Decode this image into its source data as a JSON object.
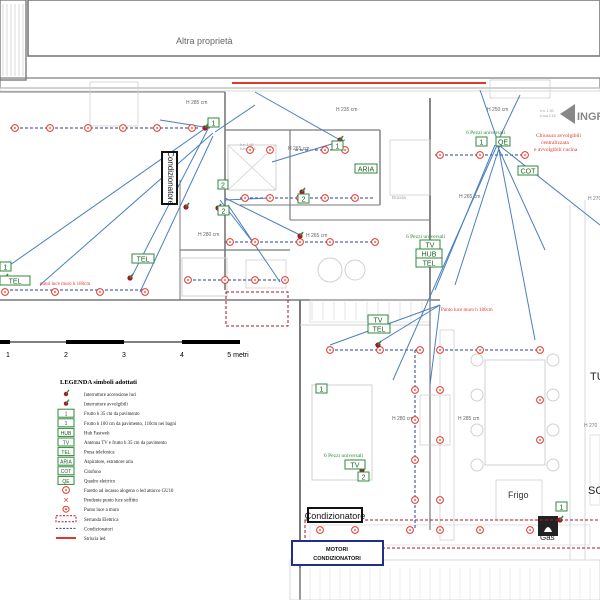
{
  "plan": {
    "neighbor_label": "Altra proprietà",
    "entrance_label": "INGR",
    "room_heights": [
      "H 285 cm",
      "H 235 cm",
      "H 250 cm",
      "H 265 cm",
      "H 265 cm",
      "H 280 cm",
      "H 265 cm",
      "H 280 cm",
      "H 285 cm",
      "H 270",
      "H 270"
    ],
    "level_notes": [
      "h.n. 1.00",
      "h.ma 2.15"
    ],
    "doccia_label": "Doccia",
    "conditioner_labels": [
      "Condizionatore",
      "Condizionatore"
    ],
    "motori_box": [
      "MOTORI",
      "CONDIZIONATORI"
    ],
    "frigo_label": "Frigo",
    "gas_label": "Gas",
    "partial_labels": [
      "TU",
      "SC"
    ],
    "aria_label": "ARIA",
    "cot_label": "COT",
    "qe_label": "QE"
  },
  "annotations": {
    "red_left": "punti luce muro h 180cm",
    "red_mid": "Punto luce muro h 180cm",
    "red_shutters": [
      "Chiusura avvolgibili",
      "centralizzata",
      "e avvolgibili cucina"
    ],
    "universal_top": "6 Pezzi universali",
    "universal_mid": "6 Pezzi universali",
    "universal_low": "6 Pezzi universali",
    "box_tel_labels": [
      "TEL",
      "TEL",
      "TV",
      "TV",
      "TEL",
      "HUB",
      "TEL",
      "TV"
    ],
    "numbers": [
      "1",
      "2",
      "1",
      "1",
      "2",
      "1",
      "2",
      "1",
      "1",
      "1",
      "2",
      "1"
    ]
  },
  "scale": {
    "ticks": [
      "1",
      "2",
      "3",
      "4",
      "5 metri"
    ]
  },
  "legend": {
    "title": "LEGENDA simboli adottati",
    "items": [
      {
        "sym": "dot",
        "text": "Interruttore accensione luci"
      },
      {
        "sym": "dot",
        "text": "Interruttore avvolgibili"
      },
      {
        "sym": "box",
        "label": "1",
        "text": "Frutto h 35 cm da pavimento"
      },
      {
        "sym": "box",
        "label": "1",
        "text": "Frutto h 100 cm da pavimento, 110cm nei bagni"
      },
      {
        "sym": "box",
        "label": "HUB",
        "text": "Hub Fastweb"
      },
      {
        "sym": "box",
        "label": "TV",
        "text": "Antenna TV e frutto h 35 cm da pavimento"
      },
      {
        "sym": "box",
        "label": "TEL",
        "text": "Presa telefonica"
      },
      {
        "sym": "box",
        "label": "ARIA",
        "text": "Aspiratore, estrattore aria"
      },
      {
        "sym": "box",
        "label": "COT",
        "text": "Citofono"
      },
      {
        "sym": "box",
        "label": "QE",
        "text": "Quadro elettrico"
      },
      {
        "sym": "circle",
        "text": "Faretto ad incasso alogeno o led attacco GU10"
      },
      {
        "sym": "x",
        "text": "Pendente punto luce soffitto"
      },
      {
        "sym": "circ-dot",
        "text": "Punto luce a muro"
      },
      {
        "sym": "dash-box",
        "text": "Serranda Elettrica"
      },
      {
        "sym": "dash-line",
        "text": "Condizionatori"
      },
      {
        "sym": "red-line",
        "text": "Striscia led"
      }
    ]
  },
  "colors": {
    "wall": "#7a7a7a",
    "light": "#d0d0d0",
    "wire": "#4a7fc0",
    "circuit": "#2b3f9a",
    "green": "#2f8a3a",
    "red": "#e0392b",
    "darkred": "#a8152a",
    "navy": "#1f2f8a"
  }
}
